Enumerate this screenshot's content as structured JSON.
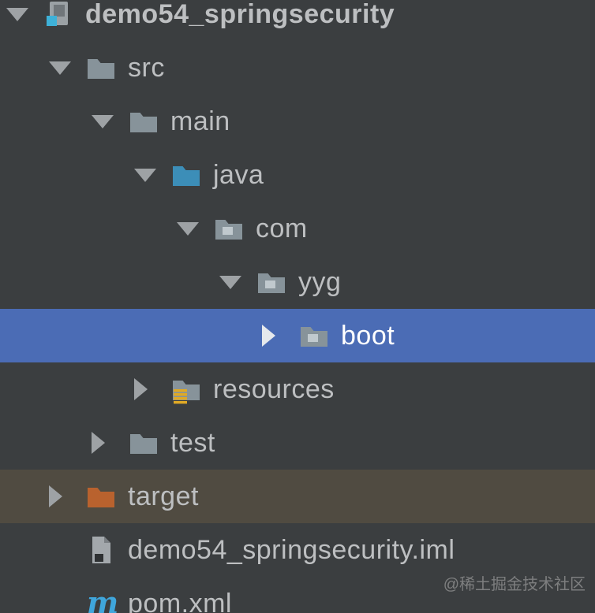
{
  "tree": {
    "rows": [
      {
        "label": "demo54_springsecurity",
        "level": 0,
        "state": "expanded",
        "icon": "module-icon",
        "bold": true,
        "selected": false,
        "highlighted": false
      },
      {
        "label": "src",
        "level": 1,
        "state": "expanded",
        "icon": "folder-icon",
        "bold": false,
        "selected": false,
        "highlighted": false
      },
      {
        "label": "main",
        "level": 2,
        "state": "expanded",
        "icon": "folder-icon",
        "bold": false,
        "selected": false,
        "highlighted": false
      },
      {
        "label": "java",
        "level": 3,
        "state": "expanded",
        "icon": "source-folder-icon",
        "bold": false,
        "selected": false,
        "highlighted": false
      },
      {
        "label": "com",
        "level": 4,
        "state": "expanded",
        "icon": "package-icon",
        "bold": false,
        "selected": false,
        "highlighted": false
      },
      {
        "label": "yyg",
        "level": 5,
        "state": "expanded",
        "icon": "package-icon",
        "bold": false,
        "selected": false,
        "highlighted": false
      },
      {
        "label": "boot",
        "level": 6,
        "state": "collapsed",
        "icon": "package-icon",
        "bold": false,
        "selected": true,
        "highlighted": false
      },
      {
        "label": "resources",
        "level": 3,
        "state": "collapsed",
        "icon": "resources-folder-icon",
        "bold": false,
        "selected": false,
        "highlighted": false
      },
      {
        "label": "test",
        "level": 2,
        "state": "collapsed",
        "icon": "folder-icon",
        "bold": false,
        "selected": false,
        "highlighted": false
      },
      {
        "label": "target",
        "level": 1,
        "state": "collapsed",
        "icon": "excluded-folder-icon",
        "bold": false,
        "selected": false,
        "highlighted": true
      },
      {
        "label": "demo54_springsecurity.iml",
        "level": 1,
        "state": "none",
        "icon": "iml-file-icon",
        "bold": false,
        "selected": false,
        "highlighted": false
      },
      {
        "label": "pom.xml",
        "level": 1,
        "state": "none",
        "icon": "maven-icon",
        "bold": false,
        "selected": false,
        "highlighted": false
      }
    ]
  },
  "watermark": {
    "text": "@稀土掘金技术社区"
  },
  "colors": {
    "bg": "#3B3E40",
    "text": "#BDBFC1",
    "selectedText": "#FFFFFF",
    "selection": "#4B6CB5",
    "excludedRow": "#504B41",
    "arrow": "#9EA2A5",
    "folder": "#87939A",
    "sourceFolder": "#3C8EB8",
    "packageSquare": "#C0C9CE",
    "resourceStripes": "#DFA926",
    "excludedFolder": "#B9622E",
    "maven": "#3FA6DC",
    "moduleAccent": "#3EB1D8",
    "file": "#A3A8AC",
    "watermark": "#9A9A9A"
  }
}
